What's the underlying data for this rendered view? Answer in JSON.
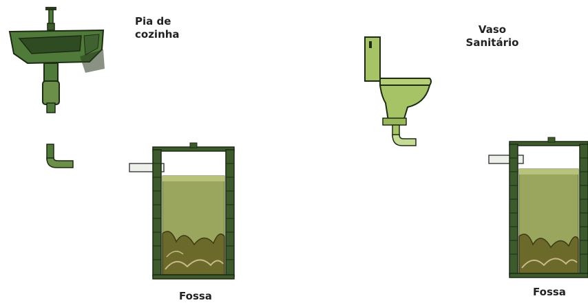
{
  "labels": {
    "sink_line1": "Pia de",
    "sink_line2": "cozinha",
    "toilet_line1": "Vaso",
    "toilet_line2": "Sanitário",
    "fossa_left": "Fossa",
    "fossa_right": "Fossa"
  },
  "icons": {
    "sink": "kitchen-sink-icon",
    "toilet": "toilet-icon",
    "pipe": "drain-pipe-icon",
    "tank": "septic-tank-icon"
  },
  "colors": {
    "sink_green": "#4f7a3a",
    "toilet_green": "#a6c466",
    "outline": "#1d2a14",
    "tank_frame": "#3d5a2c",
    "fluid": "#9aa55e",
    "sludge": "#6b6a2a",
    "pipe_gray": "#d8dbd2"
  }
}
